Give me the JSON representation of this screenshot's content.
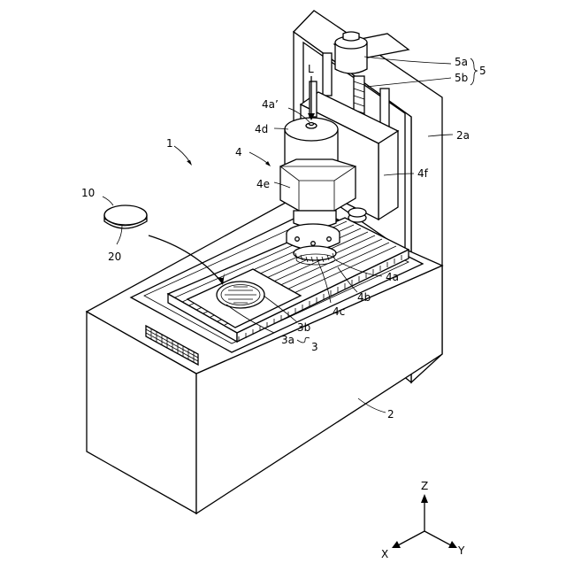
{
  "labels": {
    "device": "1",
    "base": "2",
    "column": "2a",
    "stage_group": "3",
    "stage_a": "3a",
    "stage_b": "3b",
    "head": "4",
    "head_a": "4a",
    "head_a_prime": "4a’",
    "head_b": "4b",
    "head_c": "4c",
    "head_d": "4d",
    "head_e": "4e",
    "head_f": "4f",
    "feed_group": "5",
    "feed_a": "5a",
    "feed_b": "5b",
    "workpiece": "10",
    "tape": "20",
    "light": "L"
  },
  "axes": {
    "z": "Z",
    "x": "X",
    "y": "Y"
  }
}
